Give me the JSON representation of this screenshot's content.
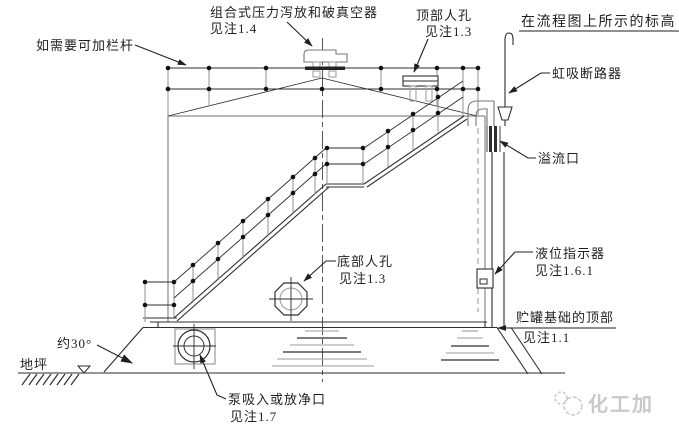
{
  "diagram": {
    "labels": {
      "railing": {
        "text": "如需要可加栏杆"
      },
      "vent": {
        "line1": "组合式压力泻放和破真空器",
        "line2": "见注1.4"
      },
      "top_manhole": {
        "line1": "顶部人孔",
        "line2": "见注1.3"
      },
      "elevation": {
        "text": "在流程图上所示的标高"
      },
      "siphon_breaker": {
        "text": "虹吸断路器"
      },
      "overflow": {
        "text": "溢流口"
      },
      "level_indicator": {
        "line1": "液位指示器",
        "line2": "见注1.6.1"
      },
      "foundation_top": {
        "line1": "贮罐基础的顶部",
        "line2": "见注1.1"
      },
      "bottom_manhole": {
        "line1": "底部人孔",
        "line2": "见注1.3"
      },
      "slope_angle": {
        "text": "约30°"
      },
      "ground": {
        "text": "地坪"
      },
      "pump_drain": {
        "line1": "泵吸入或放净口",
        "line2": "见注1.7"
      }
    },
    "watermark": {
      "text": "化工加"
    },
    "colors": {
      "line": "#2e2e2e",
      "secondary": "#9b9b9b",
      "wall": "#8a8a8a",
      "watermark": "#c9c9c9",
      "background": "#ffffff"
    }
  }
}
